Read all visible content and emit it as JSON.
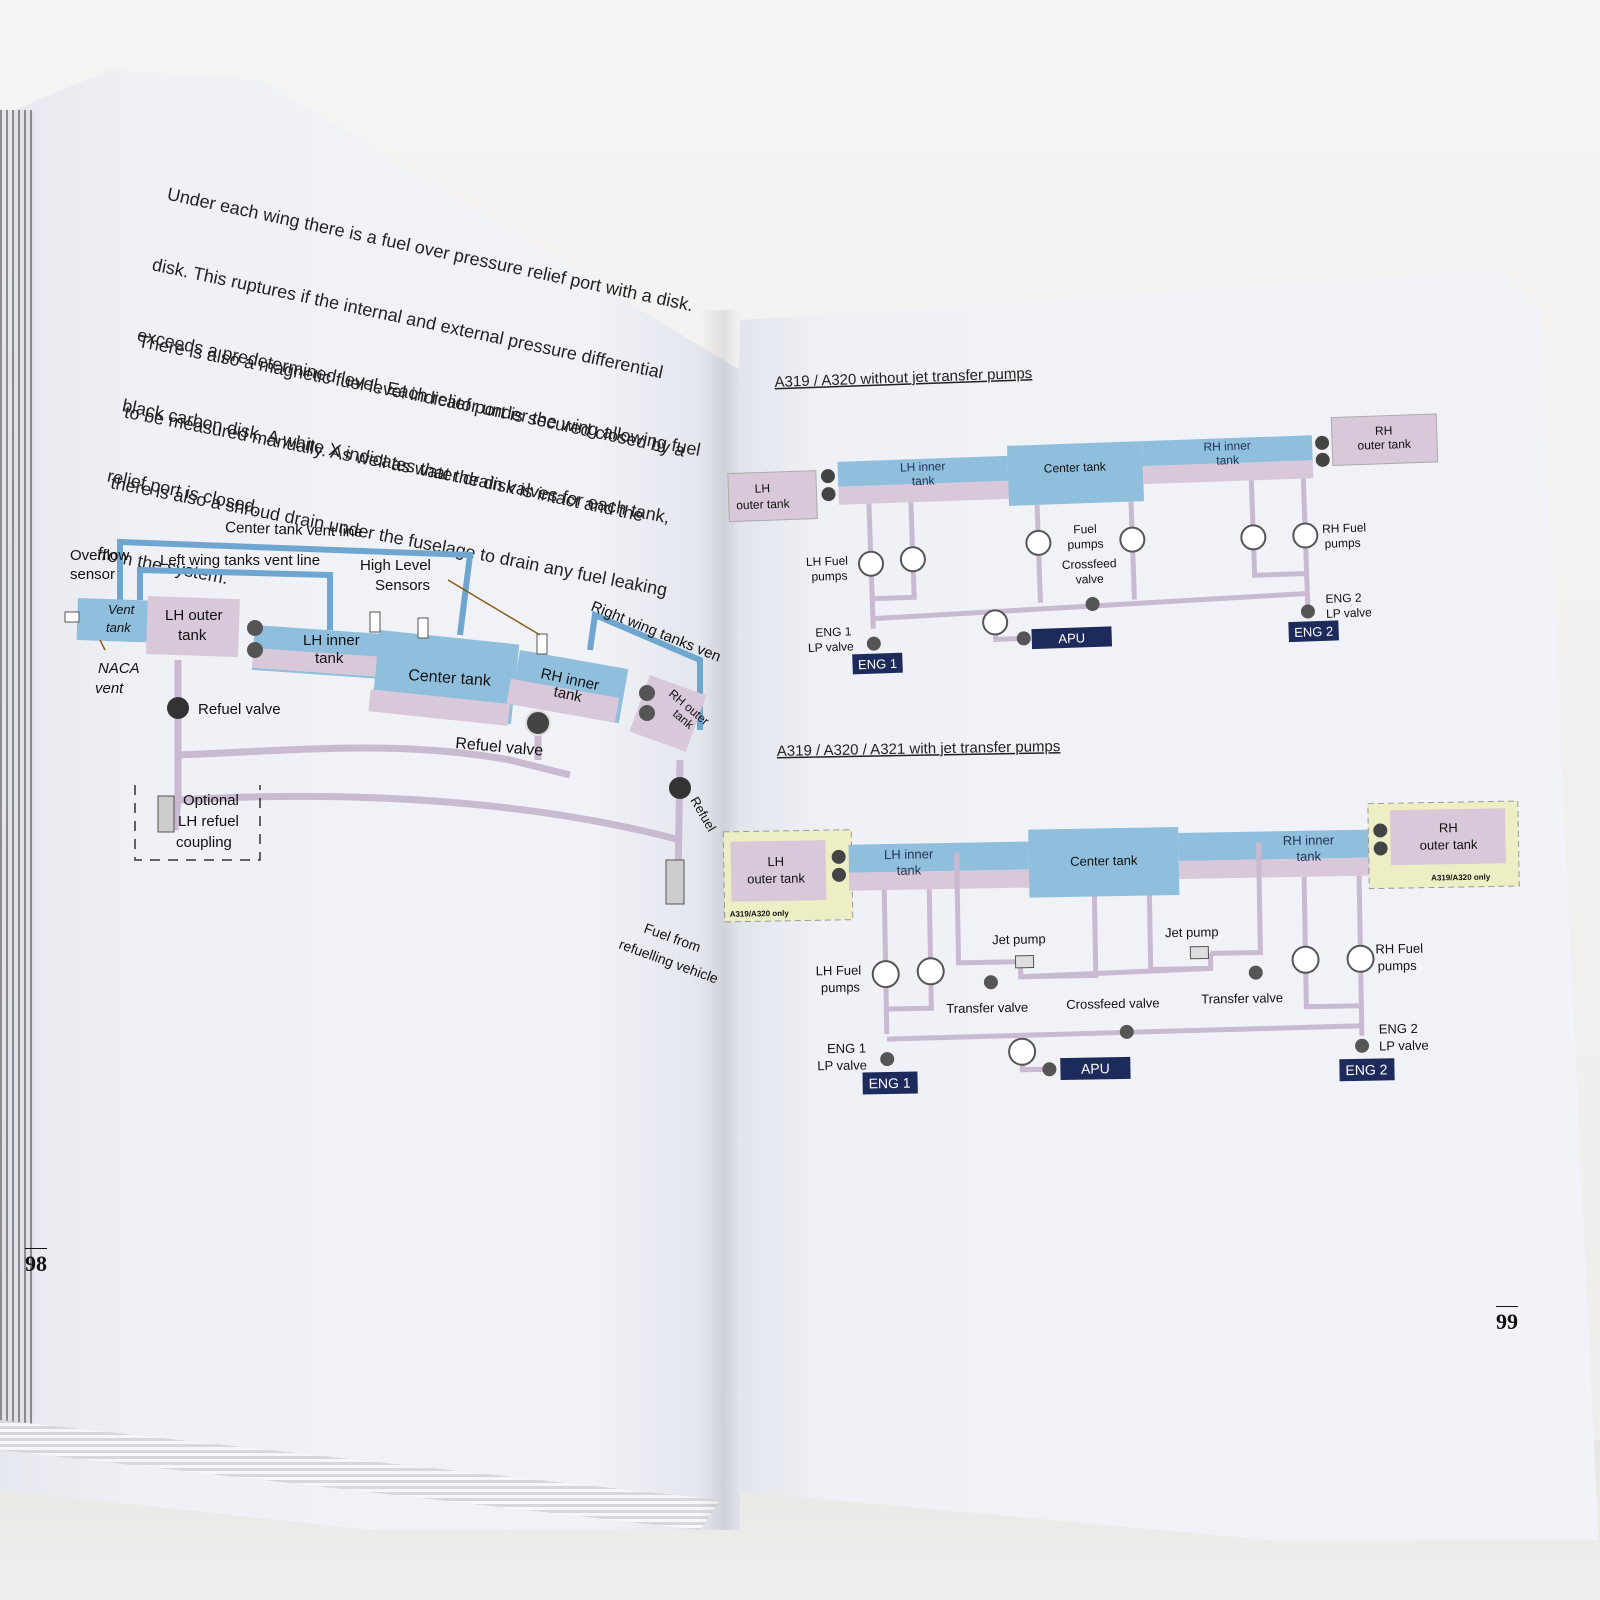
{
  "left_page": {
    "paragraph_1": [
      "Under each wing there is a fuel over pressure relief port with a disk.",
      "disk. This ruptures if the internal and external pressure differential",
      "exceeds a predetermined level. Each relief port is secured closed by a",
      "black carbon disk. A white X indicates that the disk is intact and the",
      "relief port is closed."
    ],
    "paragraph_2": [
      "There is also a magnetic fuel level indicator under the wing allowing fuel",
      "to be measured manually. As well as water drain valves for each tank,",
      "there is also a shroud drain under the fuselage to drain any fuel leaking",
      "from the system."
    ],
    "page_number": "98",
    "diagram": {
      "center_vent": "Center tank vent line",
      "overflow_sensor_1": "Overflow",
      "overflow_sensor_2": "sensor",
      "left_vent": "Left wing tanks vent line",
      "high_level_1": "High Level",
      "high_level_2": "Sensors",
      "right_vent": "Right wing tanks vent line",
      "vent_tank_1": "Vent",
      "vent_tank_2": "tank",
      "lh_outer_1": "LH outer",
      "lh_outer_2": "tank",
      "lh_inner_1": "LH inner",
      "lh_inner_2": "tank",
      "center_tank": "Center tank",
      "rh_inner_1": "RH inner",
      "rh_inner_2": "tank",
      "rh_outer_1": "RH outer",
      "rh_outer_2": "tank",
      "naca_1": "NACA",
      "naca_2": "vent",
      "refuel_valve_left": "Refuel valve",
      "refuel_valve_mid": "Refuel valve",
      "refuel_valve_right": "Refuel",
      "optional_1": "Optional",
      "optional_2": "LH refuel",
      "optional_3": "coupling",
      "fuel_from_1": "Fuel from",
      "fuel_from_2": "refuelling vehicle"
    }
  },
  "right_page": {
    "page_number": "99",
    "diagram_1": {
      "title": "A319 / A320 without jet transfer pumps",
      "lh_outer_1": "LH",
      "lh_outer_2": "outer tank",
      "lh_inner_1": "LH inner",
      "lh_inner_2": "tank",
      "center": "Center tank",
      "rh_inner_1": "RH inner",
      "rh_inner_2": "tank",
      "rh_outer_1": "RH",
      "rh_outer_2": "outer tank",
      "lh_pumps_1": "LH Fuel",
      "lh_pumps_2": "pumps",
      "fuel_pumps_1": "Fuel",
      "fuel_pumps_2": "pumps",
      "crossfeed_1": "Crossfeed",
      "crossfeed_2": "valve",
      "rh_pumps_1": "RH Fuel",
      "rh_pumps_2": "pumps",
      "eng1_lp_1": "ENG 1",
      "eng1_lp_2": "LP valve",
      "eng2_lp_1": "ENG 2",
      "eng2_lp_2": "LP valve",
      "eng1": "ENG 1",
      "eng2": "ENG 2",
      "apu": "APU"
    },
    "diagram_2": {
      "title": "A319 / A320 / A321 with jet transfer pumps",
      "lh_outer_1": "LH",
      "lh_outer_2": "outer tank",
      "a319_left": "A319/A320 only",
      "lh_inner_1": "LH inner",
      "lh_inner_2": "tank",
      "center": "Center tank",
      "rh_inner_1": "RH inner",
      "rh_inner_2": "tank",
      "rh_outer_1": "RH",
      "rh_outer_2": "outer tank",
      "a319_right": "A319/A320 only",
      "jet_pump_left": "Jet pump",
      "jet_pump_right": "Jet pump",
      "lh_pumps_1": "LH Fuel",
      "lh_pumps_2": "pumps",
      "rh_pumps_1": "RH Fuel",
      "rh_pumps_2": "pumps",
      "transfer_left": "Transfer valve",
      "crossfeed": "Crossfeed valve",
      "transfer_right": "Transfer valve",
      "eng1_lp_1": "ENG 1",
      "eng1_lp_2": "LP valve",
      "eng2_lp_1": "ENG 2",
      "eng2_lp_2": "LP valve",
      "eng1": "ENG 1",
      "eng2": "ENG 2",
      "apu": "APU"
    }
  },
  "colors": {
    "tank_blue": "#8fbfdd",
    "tank_pink": "#d9c8da",
    "line": "#c9b9d1",
    "navy": "#1d2a5c",
    "highlight": "#eeeec4"
  }
}
